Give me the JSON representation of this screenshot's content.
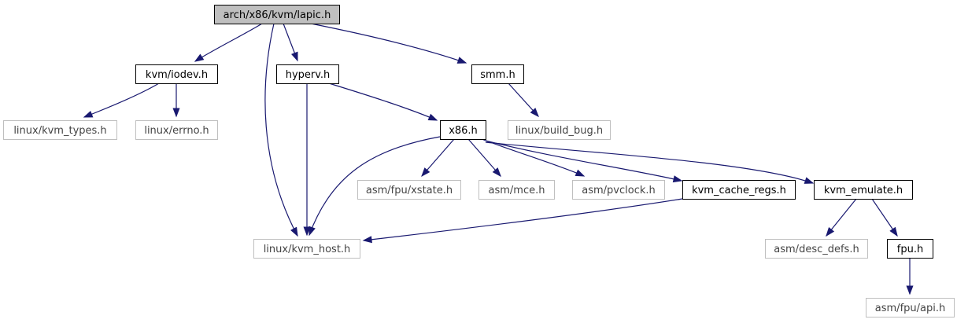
{
  "diagram": {
    "type": "include-dependency-graph",
    "colors": {
      "edge": "#191970",
      "root_fill": "#bfbfbf",
      "node_border": "#000000",
      "missing_border": "#bfbfbf"
    },
    "nodes": [
      {
        "id": "lapic",
        "label": "arch/x86/kvm/lapic.h",
        "kind": "root"
      },
      {
        "id": "iodev",
        "label": "kvm/iodev.h",
        "kind": "documented"
      },
      {
        "id": "hyperv",
        "label": "hyperv.h",
        "kind": "documented"
      },
      {
        "id": "smm",
        "label": "smm.h",
        "kind": "documented"
      },
      {
        "id": "kvm_types",
        "label": "linux/kvm_types.h",
        "kind": "missing"
      },
      {
        "id": "errno",
        "label": "linux/errno.h",
        "kind": "missing"
      },
      {
        "id": "build_bug",
        "label": "linux/build_bug.h",
        "kind": "missing"
      },
      {
        "id": "x86",
        "label": "x86.h",
        "kind": "documented"
      },
      {
        "id": "xstate",
        "label": "asm/fpu/xstate.h",
        "kind": "missing"
      },
      {
        "id": "mce",
        "label": "asm/mce.h",
        "kind": "missing"
      },
      {
        "id": "pvclock",
        "label": "asm/pvclock.h",
        "kind": "missing"
      },
      {
        "id": "cache_regs",
        "label": "kvm_cache_regs.h",
        "kind": "documented"
      },
      {
        "id": "emulate",
        "label": "kvm_emulate.h",
        "kind": "documented"
      },
      {
        "id": "kvm_host",
        "label": "linux/kvm_host.h",
        "kind": "missing"
      },
      {
        "id": "desc_defs",
        "label": "asm/desc_defs.h",
        "kind": "missing"
      },
      {
        "id": "fpu",
        "label": "fpu.h",
        "kind": "documented"
      },
      {
        "id": "fpu_api",
        "label": "asm/fpu/api.h",
        "kind": "missing"
      }
    ],
    "edges": [
      {
        "from": "lapic",
        "to": "iodev"
      },
      {
        "from": "lapic",
        "to": "kvm_host"
      },
      {
        "from": "lapic",
        "to": "hyperv"
      },
      {
        "from": "lapic",
        "to": "smm"
      },
      {
        "from": "iodev",
        "to": "kvm_types"
      },
      {
        "from": "iodev",
        "to": "errno"
      },
      {
        "from": "hyperv",
        "to": "kvm_host"
      },
      {
        "from": "hyperv",
        "to": "x86"
      },
      {
        "from": "smm",
        "to": "build_bug"
      },
      {
        "from": "x86",
        "to": "kvm_host"
      },
      {
        "from": "x86",
        "to": "xstate"
      },
      {
        "from": "x86",
        "to": "mce"
      },
      {
        "from": "x86",
        "to": "pvclock"
      },
      {
        "from": "x86",
        "to": "cache_regs"
      },
      {
        "from": "x86",
        "to": "emulate"
      },
      {
        "from": "cache_regs",
        "to": "kvm_host"
      },
      {
        "from": "emulate",
        "to": "desc_defs"
      },
      {
        "from": "emulate",
        "to": "fpu"
      },
      {
        "from": "fpu",
        "to": "fpu_api"
      }
    ]
  }
}
